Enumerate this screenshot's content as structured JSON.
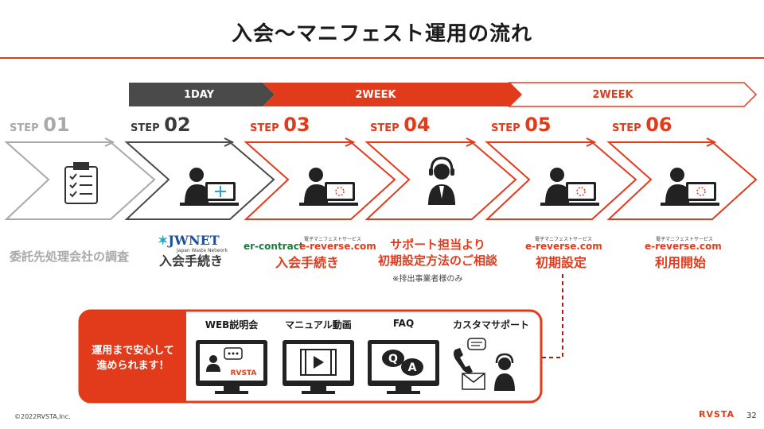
{
  "title": "入会～マニフェスト運用の流れ",
  "timeline": [
    {
      "label": "1DAY"
    },
    {
      "label": "2WEEK"
    },
    {
      "label": "2WEEK"
    }
  ],
  "steps": [
    {
      "step_word": "STEP",
      "num": "01",
      "label": "委託先処理会社の調査",
      "icon": "checklist-icon"
    },
    {
      "step_word": "STEP",
      "num": "02",
      "brand": "JWNET",
      "brand_sub": "Japan Waste Network",
      "label": "入会手続き",
      "icon": "person-at-laptop-icon"
    },
    {
      "step_word": "STEP",
      "num": "03",
      "brand": "er-contract",
      "brand2": "e-reverse.com",
      "brand_caption": "電子マニフェストサービス",
      "label": "入会手続き",
      "icon": "person-at-laptop-icon"
    },
    {
      "step_word": "STEP",
      "num": "04",
      "label_line1": "サポート担当より",
      "label_line2": "初期設定方法のご相談",
      "note": "※排出事業者様のみ",
      "icon": "headset-operator-icon"
    },
    {
      "step_word": "STEP",
      "num": "05",
      "brand": "e-reverse.com",
      "brand_caption": "電子マニフェストサービス",
      "label": "初期設定",
      "icon": "person-at-laptop-icon"
    },
    {
      "step_word": "STEP",
      "num": "06",
      "brand": "e-reverse.com",
      "brand_caption": "電子マニフェストサービス",
      "label": "利用開始",
      "icon": "person-at-laptop-icon"
    }
  ],
  "support": {
    "line1": "運用まで安心して",
    "line2": "進められます！",
    "services": [
      {
        "label": "WEB説明会",
        "icon": "web-seminar-icon",
        "screen_text": "RVSTA"
      },
      {
        "label": "マニュアル動画",
        "icon": "video-manual-icon"
      },
      {
        "label": "FAQ",
        "icon": "qa-icon",
        "q": "Q",
        "a": "A"
      },
      {
        "label": "カスタマサポート",
        "icon": "customer-support-icon"
      }
    ]
  },
  "footer": {
    "copyright": "©2022RVSTA,Inc.",
    "logo": "RVSTA",
    "page": "32"
  },
  "colors": {
    "accent": "#e23b1c",
    "dark": "#4a4a4a",
    "gray": "#a9a9a9"
  }
}
